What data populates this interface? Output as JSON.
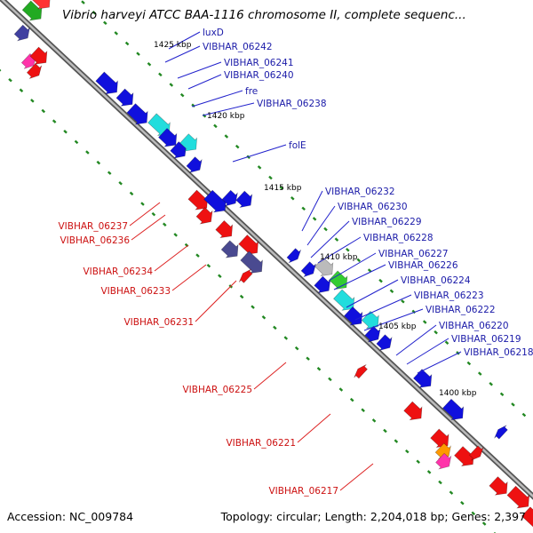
{
  "map": {
    "title": "Vibrio harveyi ATCC BAA-1116 chromosome II, complete sequenc...",
    "accession_text": "Accession: NC_009784",
    "summary_text": "Topology: circular; Length: 2,204,018 bp; Genes: 2,397"
  },
  "kbp_labels": [
    "1425 kbp",
    "1420 kbp",
    "1415 kbp",
    "1410 kbp",
    "1405 kbp",
    "1400 kbp"
  ],
  "blue_labels": [
    "luxD",
    "VIBHAR_06242",
    "VIBHAR_06241",
    "VIBHAR_06240",
    "fre",
    "VIBHAR_06238",
    "folE",
    "VIBHAR_06232",
    "VIBHAR_06230",
    "VIBHAR_06229",
    "VIBHAR_06228",
    "VIBHAR_06227",
    "VIBHAR_06226",
    "VIBHAR_06224",
    "VIBHAR_06223",
    "VIBHAR_06222",
    "VIBHAR_06220",
    "VIBHAR_06219",
    "VIBHAR_06218"
  ],
  "red_labels": [
    "VIBHAR_06237",
    "VIBHAR_06236",
    "VIBHAR_06234",
    "VIBHAR_06233",
    "VIBHAR_06231",
    "VIBHAR_06225",
    "VIBHAR_06221",
    "VIBHAR_06217"
  ],
  "colors": {
    "forward": "#1010dd",
    "reverse": "#ee1111",
    "backbone": "#888888",
    "tick": "#228822",
    "label_forward": "#1a1aa8",
    "label_reverse": "#cc1111"
  }
}
